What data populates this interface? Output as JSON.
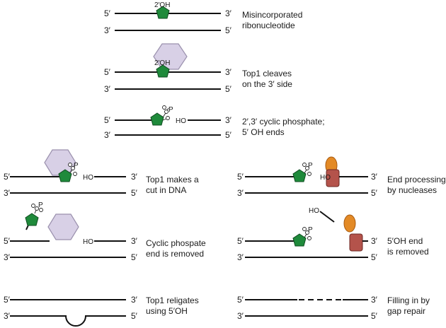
{
  "ends": {
    "five": "5′",
    "three": "3′"
  },
  "tags": {
    "oh2": "2′OH",
    "ho": "HO",
    "p": "P",
    "o": "O"
  },
  "steps": [
    {
      "lines": [
        "Misincorporated",
        "ribonucleotide"
      ]
    },
    {
      "lines": [
        "Top1 cleaves",
        "on the 3′ side"
      ]
    },
    {
      "lines": [
        "2′,3′ cyclic phosphate;",
        "5′ OH ends"
      ]
    },
    {
      "lines": [
        "Top1 makes a",
        "cut in DNA"
      ]
    },
    {
      "lines": [
        "Cyclic phospate",
        "end is removed"
      ]
    },
    {
      "lines": [
        "Top1 religates",
        "using 5′OH"
      ]
    },
    {
      "lines": [
        "End processing",
        "by nucleases"
      ]
    },
    {
      "lines": [
        "5′OH end",
        "is removed"
      ]
    },
    {
      "lines": [
        "Filling in by",
        "gap repair"
      ]
    }
  ],
  "legend": {
    "ribonucleotide": "green-pentagon",
    "top1": "lavender-hexagon",
    "nuclease": "orange-oval-and-red-barrel"
  },
  "colors": {
    "ribonucleotide": "#1f8a3b",
    "top1": "#d8d0e6",
    "nuclease_a": "#e38a26",
    "nuclease_b": "#b4534b"
  }
}
